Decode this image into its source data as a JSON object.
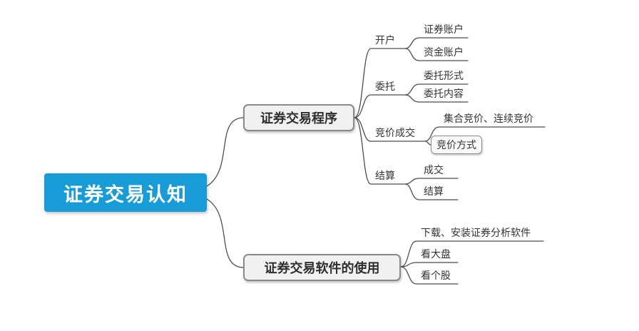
{
  "mindmap": {
    "root": {
      "label": "证券交易认知"
    },
    "branches": [
      {
        "label": "证券交易程序",
        "children": [
          {
            "label": "开户",
            "children": [
              {
                "label": "证券账户"
              },
              {
                "label": "资金账户"
              }
            ]
          },
          {
            "label": "委托",
            "children": [
              {
                "label": "委托形式"
              },
              {
                "label": "委托内容"
              }
            ]
          },
          {
            "label": "竞价成交",
            "children": [
              {
                "label": "集合竞价、连续竞价"
              },
              {
                "label": "竞价方式",
                "style": "boxed"
              }
            ]
          },
          {
            "label": "结算",
            "children": [
              {
                "label": "成交"
              },
              {
                "label": "结算"
              }
            ]
          }
        ]
      },
      {
        "label": "证券交易软件的使用",
        "children": [
          {
            "label": "下载、安装证券分析软件"
          },
          {
            "label": "看大盘"
          },
          {
            "label": "看个股"
          }
        ]
      }
    ]
  },
  "colors": {
    "root_background": "#189cd8",
    "root_text": "#ffffff",
    "branch_fill": "#f1f1f1",
    "branch_border": "#8a8a8a",
    "connector_line": "#4d4d4d",
    "label_text": "#333333"
  }
}
